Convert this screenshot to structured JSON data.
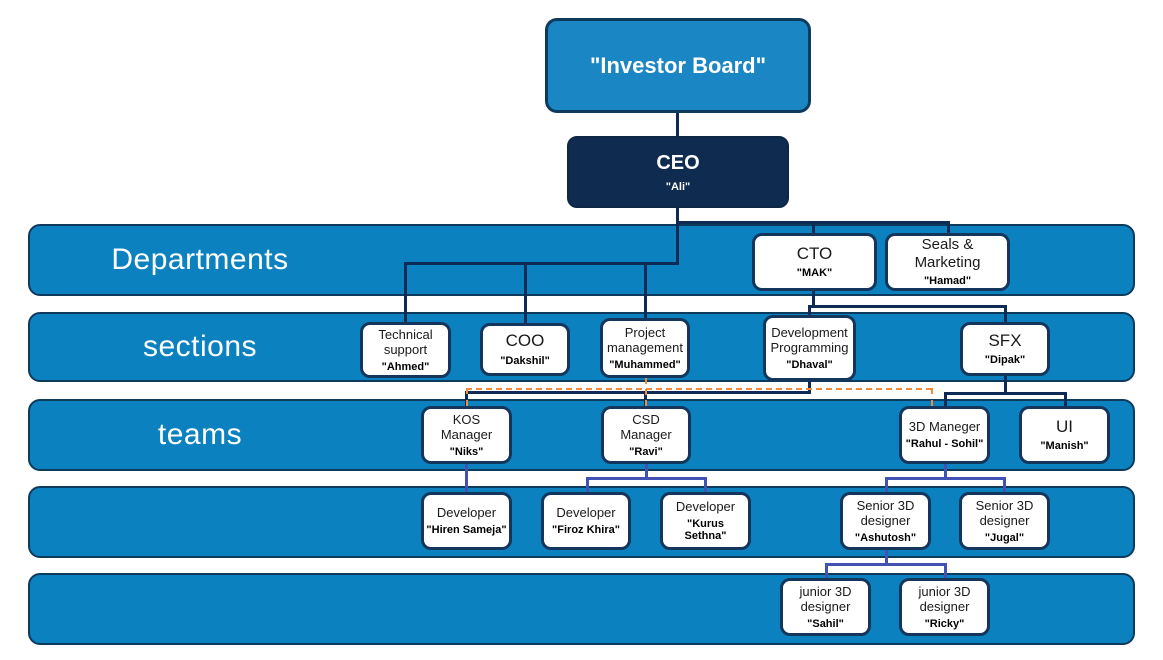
{
  "colors": {
    "band_fill": "#0c81bf",
    "band_border": "#0e3a5c",
    "root_fill": "#1b86c4",
    "ceo_fill": "#0f2b50",
    "node_fill": "#ffffff",
    "node_border": "#14365c",
    "connector_primary": "#0d2b55",
    "connector_secondary": "#4252b4",
    "connector_dashed": "#f08c3c"
  },
  "bands": {
    "departments": {
      "label": "Departments"
    },
    "sections": {
      "label": "sections"
    },
    "teams": {
      "label": "teams"
    },
    "row4": {
      "label": ""
    },
    "row5": {
      "label": ""
    }
  },
  "nodes": {
    "root": {
      "title": "\"Investor Board\""
    },
    "ceo": {
      "title": "CEO",
      "name": "\"Ali\""
    },
    "cto": {
      "title": "CTO",
      "name": "\"MAK\""
    },
    "seals": {
      "title": "Seals & Marketing",
      "name": "\"Hamad\""
    },
    "tech_support": {
      "title": "Technical support",
      "name": "\"Ahmed\""
    },
    "coo": {
      "title": "COO",
      "name": "\"Dakshil\""
    },
    "project_mgmt": {
      "title": "Project management",
      "name": "\"Muhammed\""
    },
    "dev_prog": {
      "title": "Development Programming",
      "name": "\"Dhaval\""
    },
    "sfx": {
      "title": "SFX",
      "name": "\"Dipak\""
    },
    "kos_manager": {
      "title": "KOS Manager",
      "name": "\"Niks\""
    },
    "csd_manager": {
      "title": "CSD Manager",
      "name": "\"Ravi\""
    },
    "manager_3d": {
      "title": "3D Maneger",
      "name": "\"Rahul - Sohil\""
    },
    "ui": {
      "title": "UI",
      "name": "\"Manish\""
    },
    "dev1": {
      "title": "Developer",
      "name": "\"Hiren Sameja\""
    },
    "dev2": {
      "title": "Developer",
      "name": "\"Firoz Khira\""
    },
    "dev3": {
      "title": "Developer",
      "name": "\"Kurus Sethna\""
    },
    "senior1": {
      "title": "Senior 3D designer",
      "name": "\"Ashutosh\""
    },
    "senior2": {
      "title": "Senior 3D designer",
      "name": "\"Jugal\""
    },
    "junior1": {
      "title": "junior 3D designer",
      "name": "\"Sahil\""
    },
    "junior2": {
      "title": "junior 3D designer",
      "name": "\"Ricky\""
    }
  },
  "edges": [
    {
      "from": "root",
      "to": "ceo",
      "style": "solid-navy"
    },
    {
      "from": "ceo",
      "to": "cto",
      "style": "solid-navy"
    },
    {
      "from": "ceo",
      "to": "seals",
      "style": "solid-navy"
    },
    {
      "from": "ceo",
      "to": "tech_support",
      "style": "solid-navy"
    },
    {
      "from": "ceo",
      "to": "coo",
      "style": "solid-navy"
    },
    {
      "from": "ceo",
      "to": "project_mgmt",
      "style": "solid-navy"
    },
    {
      "from": "cto",
      "to": "dev_prog",
      "style": "solid-navy"
    },
    {
      "from": "cto",
      "to": "sfx",
      "style": "solid-navy"
    },
    {
      "from": "dev_prog",
      "to": "kos_manager",
      "style": "solid-navy"
    },
    {
      "from": "dev_prog",
      "to": "csd_manager",
      "style": "solid-navy"
    },
    {
      "from": "project_mgmt",
      "to": "kos_manager",
      "style": "dashed-orange"
    },
    {
      "from": "project_mgmt",
      "to": "csd_manager",
      "style": "dashed-orange"
    },
    {
      "from": "project_mgmt",
      "to": "manager_3d",
      "style": "dashed-orange"
    },
    {
      "from": "sfx",
      "to": "manager_3d",
      "style": "solid-navy"
    },
    {
      "from": "sfx",
      "to": "ui",
      "style": "solid-navy"
    },
    {
      "from": "kos_manager",
      "to": "dev1",
      "style": "solid-blue"
    },
    {
      "from": "csd_manager",
      "to": "dev2",
      "style": "solid-blue"
    },
    {
      "from": "csd_manager",
      "to": "dev3",
      "style": "solid-blue"
    },
    {
      "from": "manager_3d",
      "to": "senior1",
      "style": "solid-blue"
    },
    {
      "from": "manager_3d",
      "to": "senior2",
      "style": "solid-blue"
    },
    {
      "from": "senior1",
      "to": "junior1",
      "style": "solid-blue"
    },
    {
      "from": "senior1",
      "to": "junior2",
      "style": "solid-blue"
    }
  ]
}
